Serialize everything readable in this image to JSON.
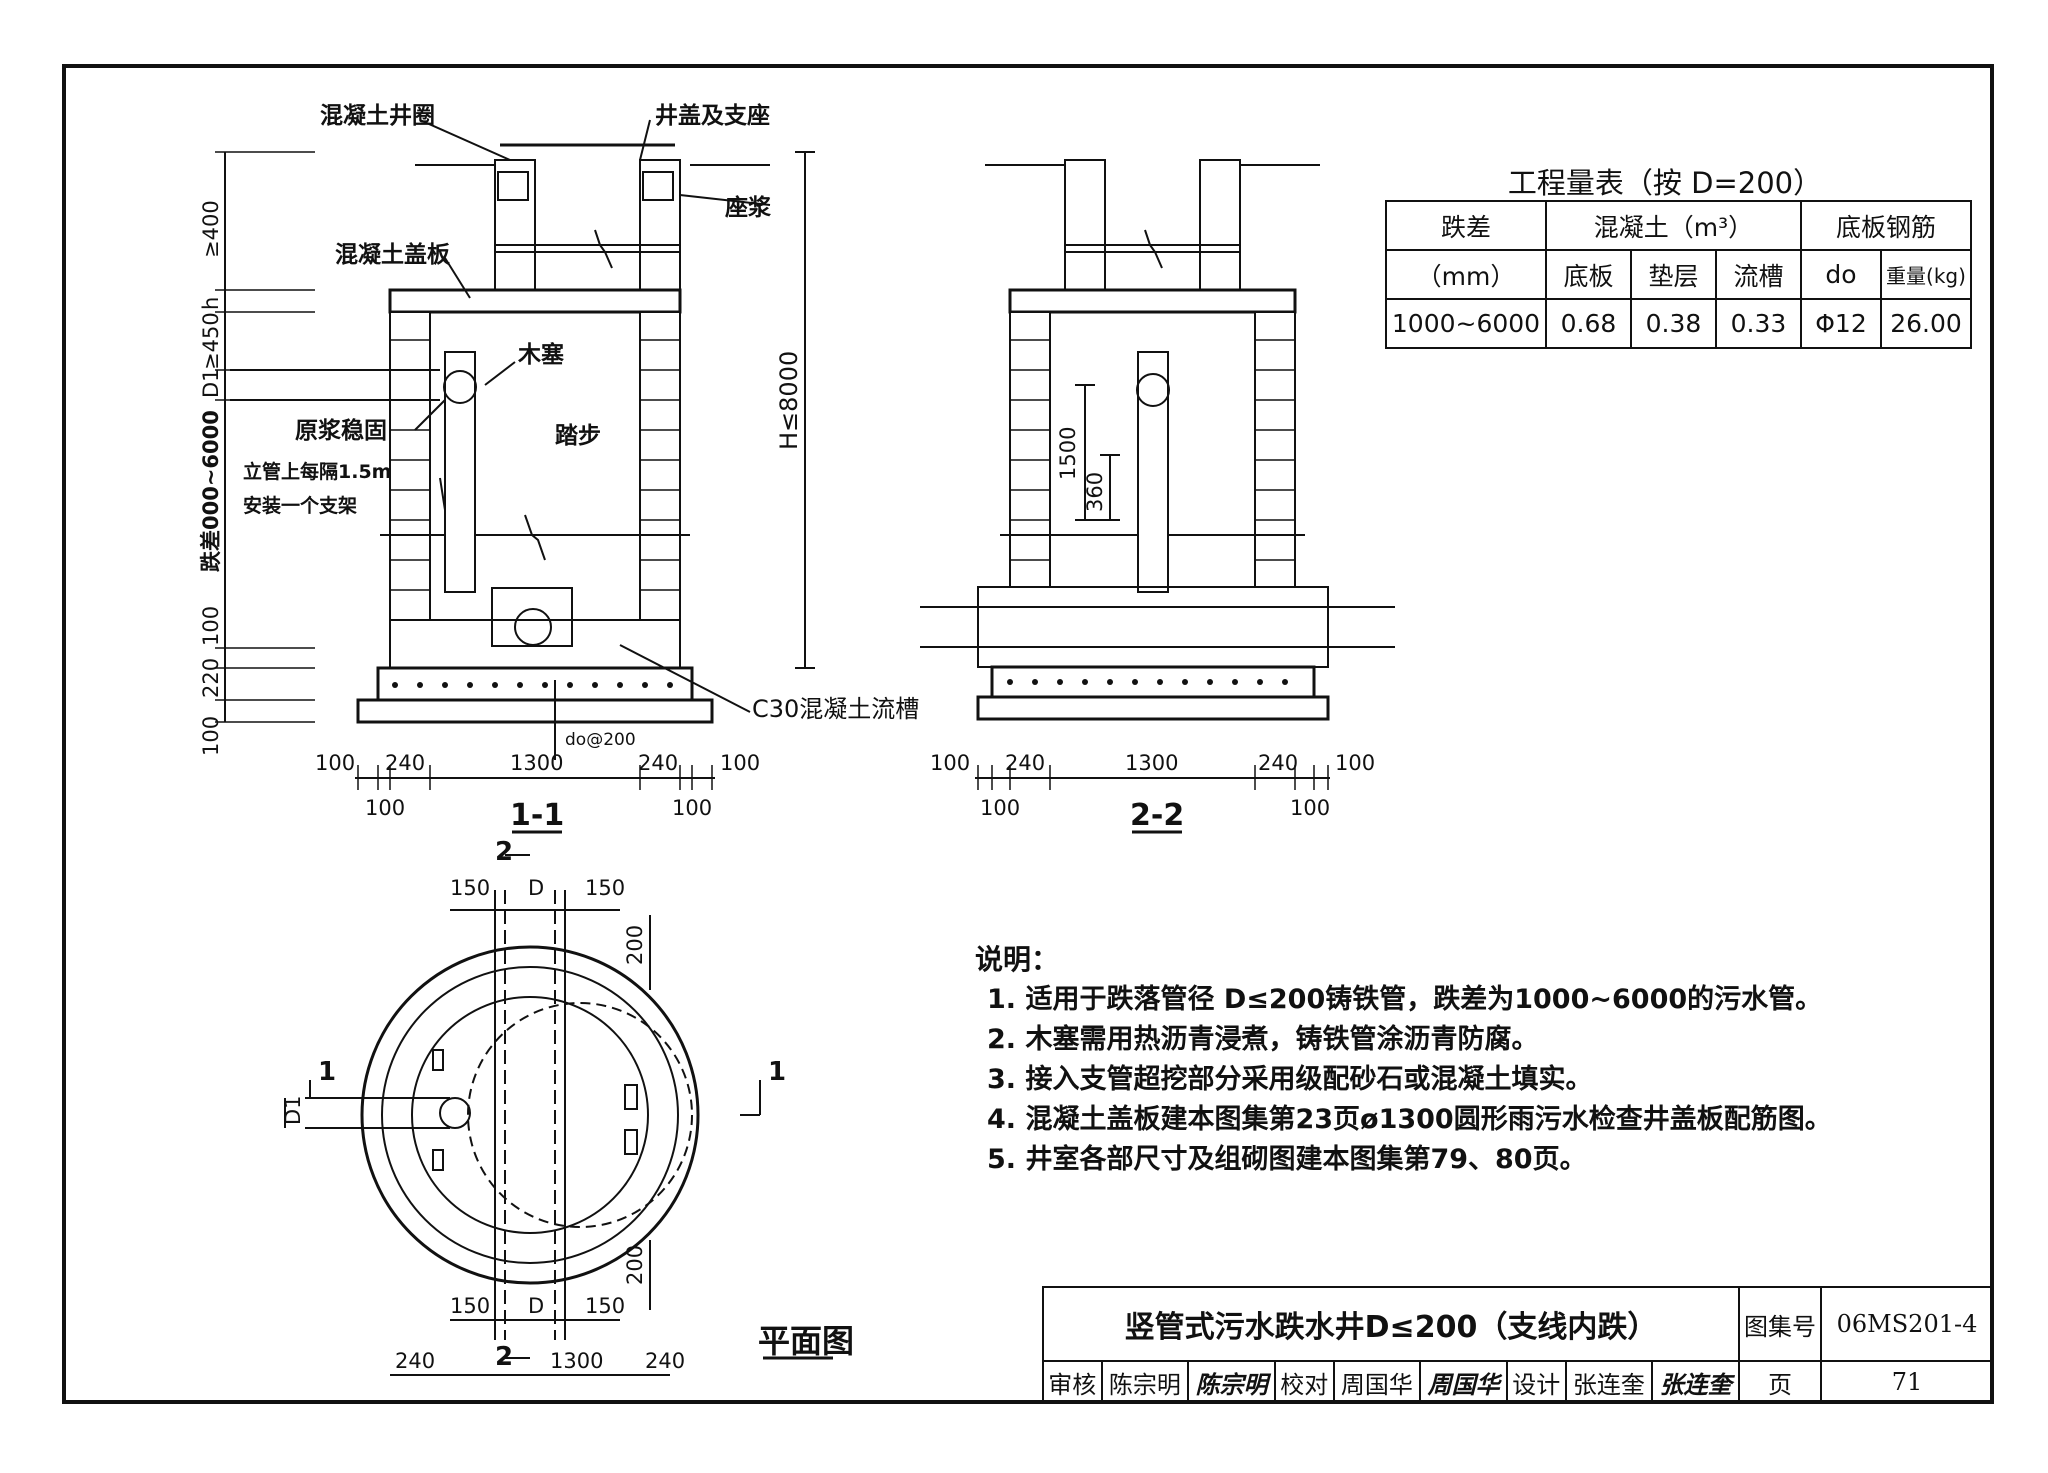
{
  "section_1_1": {
    "title": "1-1",
    "labels": {
      "ring": "混凝土井圈",
      "cover": "井盖及支座",
      "mortar": "座浆",
      "slab": "混凝土盖板",
      "plug": "木塞",
      "fix": "原浆稳固",
      "support_1": "立管上每隔1.5m",
      "support_2": "安装一个支架",
      "steps": "踏步",
      "channel": "C30混凝土流槽",
      "rebar": "do@200",
      "h": "H≤8000"
    },
    "dims_left": [
      "≥400",
      "h",
      "≥450",
      "D1",
      "跌差000~6000",
      "100",
      "220",
      "100"
    ],
    "dims_bottom_top": [
      "100",
      "240",
      "1300",
      "240",
      "100"
    ],
    "dims_bottom_low": [
      "100",
      "100"
    ]
  },
  "section_2_2": {
    "title": "2-2",
    "dims_vertical": [
      "1500",
      "360"
    ],
    "dims_bottom_top": [
      "100",
      "240",
      "1300",
      "240",
      "100"
    ],
    "dims_bottom_low": [
      "100",
      "100"
    ]
  },
  "plan": {
    "title": "平面图",
    "cut_labels": [
      "2",
      "2",
      "1",
      "1"
    ],
    "dims": [
      "150",
      "D",
      "150",
      "200",
      "D1",
      "200",
      "150",
      "D",
      "150",
      "240",
      "1300",
      "240"
    ]
  },
  "quantity_table": {
    "title": "工程量表（按 D=200）",
    "header_row1": [
      "跌差",
      "混凝土（m³）",
      "底板钢筋"
    ],
    "header_row2": [
      "（mm）",
      "底板",
      "垫层",
      "流槽",
      "do",
      "重量(kg)"
    ],
    "row": [
      "1000~6000",
      "0.68",
      "0.38",
      "0.33",
      "Φ12",
      "26.00"
    ]
  },
  "notes": {
    "heading": "说明：",
    "items": [
      "1. 适用于跌落管径 D≤200铸铁管，跌差为1000~6000的污水管。",
      "2. 木塞需用热沥青浸煮，铸铁管涂沥青防腐。",
      "3. 接入支管超挖部分采用级配砂石或混凝土填实。",
      "4. 混凝土盖板建本图集第23页ø1300圆形雨污水检查井盖板配筋图。",
      "5. 井室各部尺寸及组砌图建本图集第79、80页。"
    ]
  },
  "title_block": {
    "title": "竖管式污水跌水井D≤200（支线内跌）",
    "atlas_label": "图集号",
    "atlas_no": "06MS201-4",
    "review_label": "审核",
    "reviewer": "陈宗明",
    "reviewer_sig": "陈宗明",
    "check_label": "校对",
    "checker": "周国华",
    "checker_sig": "周国华",
    "design_label": "设计",
    "designer": "张连奎",
    "designer_sig": "张连奎",
    "page_label": "页",
    "page_no": "71"
  }
}
